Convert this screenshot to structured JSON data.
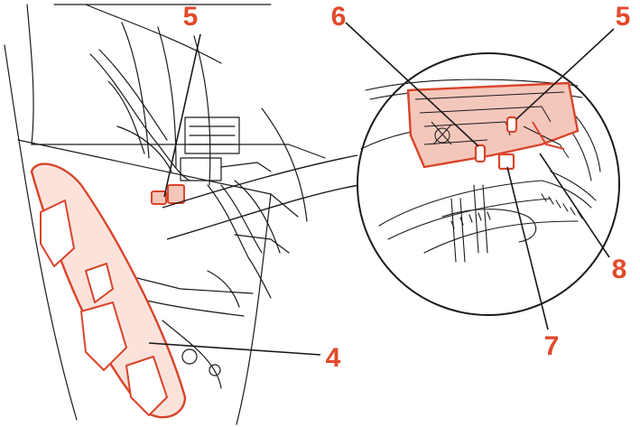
{
  "colors": {
    "line": "#1a1a1a",
    "highlight": "#d9442a",
    "highlight_fill": "#f4c7bb",
    "label": "#e2492a",
    "background": "#ffffff"
  },
  "callouts": {
    "c5_left": "5",
    "c6": "6",
    "c5_right": "5",
    "c8": "8",
    "c7": "7",
    "c4": "4"
  }
}
